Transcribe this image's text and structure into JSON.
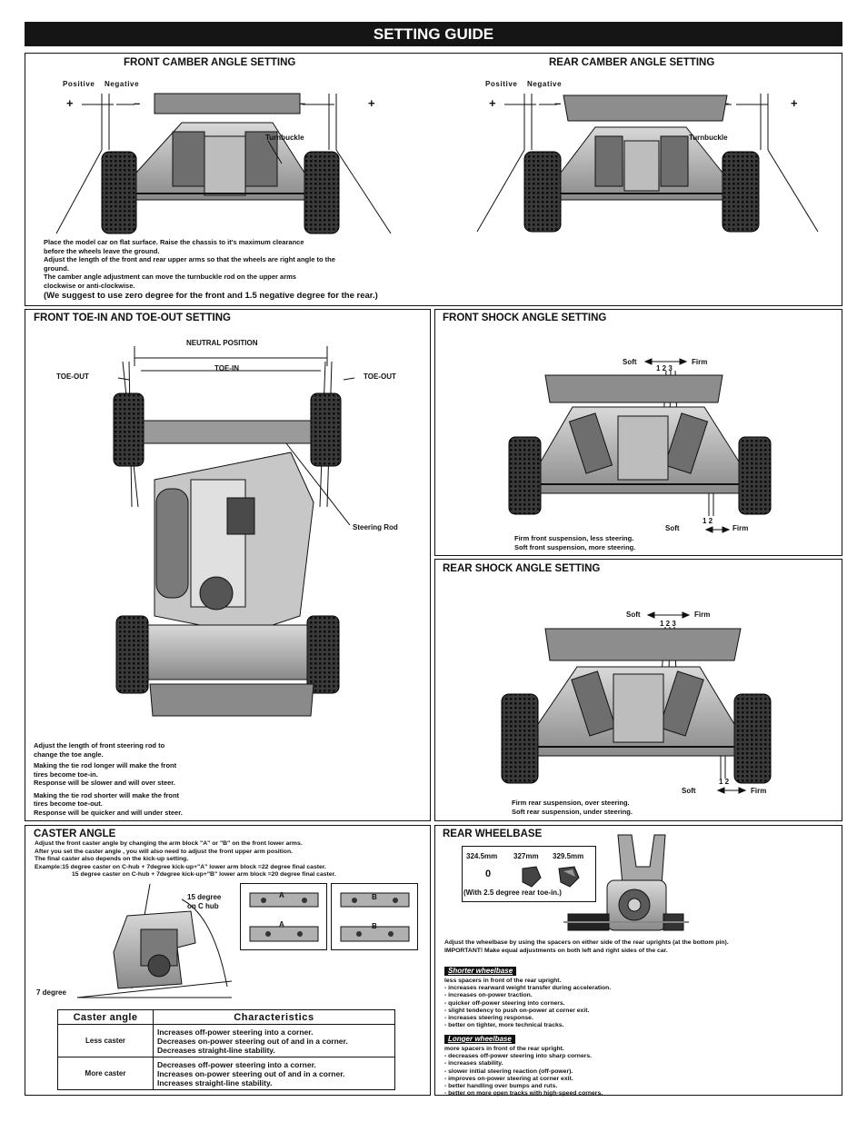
{
  "page_title": "SETTING GUIDE",
  "camber": {
    "front_title": "FRONT CAMBER ANGLE SETTING",
    "rear_title": "REAR CAMBER ANGLE SETTING",
    "positive": "Positive",
    "negative": "Negative",
    "plus": "+",
    "minus": "–",
    "turnbuckle": "Turnbuckle",
    "notes": [
      "Place the model car on flat surface. Raise the chassis to it's maximum clearance",
      "before the wheels leave the ground.",
      "Adjust the length of the front and rear upper arms so that the wheels are right angle to the",
      "ground.",
      "The camber angle adjustment can move the turnbuckle rod on the upper arms",
      "clockwise or anti-clockwise."
    ],
    "suggestion": "(We suggest to use zero degree for the front and 1.5 negative degree  for the  rear.)"
  },
  "toe": {
    "title": "FRONT TOE-IN AND TOE-OUT SETTING",
    "neutral": "NEUTRAL POSITION",
    "toe_in": "TOE-IN",
    "toe_out_left": "TOE-OUT",
    "toe_out_right": "TOE-OUT",
    "steering_rod": "Steering Rod",
    "notes": [
      "Adjust  the  length of front steering  rod to",
      "change the toe angle.",
      "Making the tie rod longer will make the front",
      "tires become toe-in.",
      "Response will be slower and will over steer.",
      "Making the tie rod shorter will make  the front",
      "tires become toe-out.",
      "Response will be quicker and will under steer."
    ]
  },
  "front_shock": {
    "title": "FRONT SHOCK ANGLE SETTING",
    "soft_top": "Soft",
    "firm_top": "Firm",
    "holes_top": "1 2 3",
    "soft_bottom": "Soft",
    "firm_bottom": "Firm",
    "holes_bottom": "1 2",
    "notes": [
      "Firm front suspension, less steering.",
      "Soft front suspension, more steering."
    ]
  },
  "rear_shock": {
    "title": "REAR SHOCK ANGLE SETTING",
    "soft_top": "Soft",
    "firm_top": "Firm",
    "holes_top": "1 2 3",
    "soft_bottom": "Soft",
    "firm_bottom": "Firm",
    "holes_bottom": "1 2",
    "notes": [
      "Firm rear suspension, over steering.",
      "Soft rear suspension, under steering."
    ]
  },
  "caster": {
    "title": "CASTER ANGLE",
    "intro": [
      "Adjust the front caster angle by changing the arm block \"A\" or \"B\" on the front lower arms.",
      "After you set the caster angle , you will also need to adjust the front upper arm position.",
      "The final caster also depends on the kick-up setting."
    ],
    "example_1": "Example:15 degree caster on C-hub + 7degree kick-up+\"A\" lower arm block =22 degree  final caster.",
    "example_2": "15 degree caster on C-hub + 7degree kick-up+\"B\" lower arm block =20 degree  final caster.",
    "hub_label_1": "15 degree",
    "hub_label_2": "on C hub",
    "kickup_label": "7 degree",
    "block_a": "A",
    "block_b": "B",
    "table": {
      "header_left": "Caster angle",
      "header_right": "Characteristics",
      "rows": [
        {
          "label": "Less caster",
          "lines": [
            "Increases off-power steering into a corner.",
            "Decreases on-power steering out of and in a corner.",
            "Decreases straight-line stability."
          ]
        },
        {
          "label": "More caster",
          "lines": [
            "Decreases off-power steering into a corner.",
            "Increases on-power steering out of and in a corner.",
            "Increases straight-line stability."
          ]
        }
      ]
    }
  },
  "wheelbase": {
    "title": "REAR WHEELBASE",
    "sizes": [
      "324.5mm",
      "327mm",
      "329.5mm"
    ],
    "zero": "0",
    "toe_note": "(With 2.5 degree rear toe-in.)",
    "intro": [
      "Adjust the wheelbase by using the spacers on either side of the rear uprights (at the bottom pin).",
      "IMPORTANT! Make equal adjustments on both left and right sides of the car."
    ],
    "shorter_title": "Shorter wheelbase",
    "shorter_lines": [
      "less spacers in front of the rear upright.",
      "- increases rearward weight transfer during acceleration.",
      "- increases on-power traction.",
      "- quicker off-power steering into corners.",
      "- slight tendency to push on-power at corner exit.",
      "- increases steering response.",
      "- better on tighter, more technical tracks."
    ],
    "longer_title": "Longer wheelbase",
    "longer_lines": [
      "more spacers in front of the rear upright.",
      "- decreases off-power steering into sharp corners.",
      "- increases stability.",
      "- slower initial steering reaction (off-power).",
      "- improves on-power steering at corner exit.",
      "- better handling over bumps and ruts.",
      "- better on more open tracks with high-speed corners."
    ]
  }
}
